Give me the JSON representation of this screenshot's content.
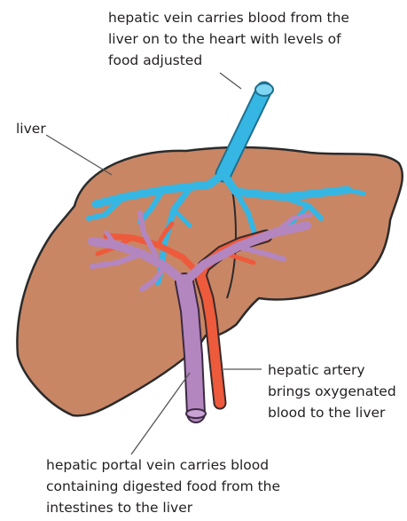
{
  "labels": {
    "hepatic_vein": "hepatic vein carries blood from the\nliver on to the heart with levels of\nfood adjusted",
    "liver": "liver",
    "hepatic_artery": "hepatic artery\nbrings oxygenated\nblood to the liver",
    "portal_vein": "hepatic portal vein carries blood\ncontaining digested food from the\nintestines to the liver"
  },
  "colors": {
    "liver_fill": "#c88665",
    "liver_outline": "#2b2b2b",
    "hepatic_vein": "#35b6e3",
    "hepatic_artery": "#ee5a3c",
    "portal_vein": "#b486c0",
    "leader_line": "#555555"
  }
}
